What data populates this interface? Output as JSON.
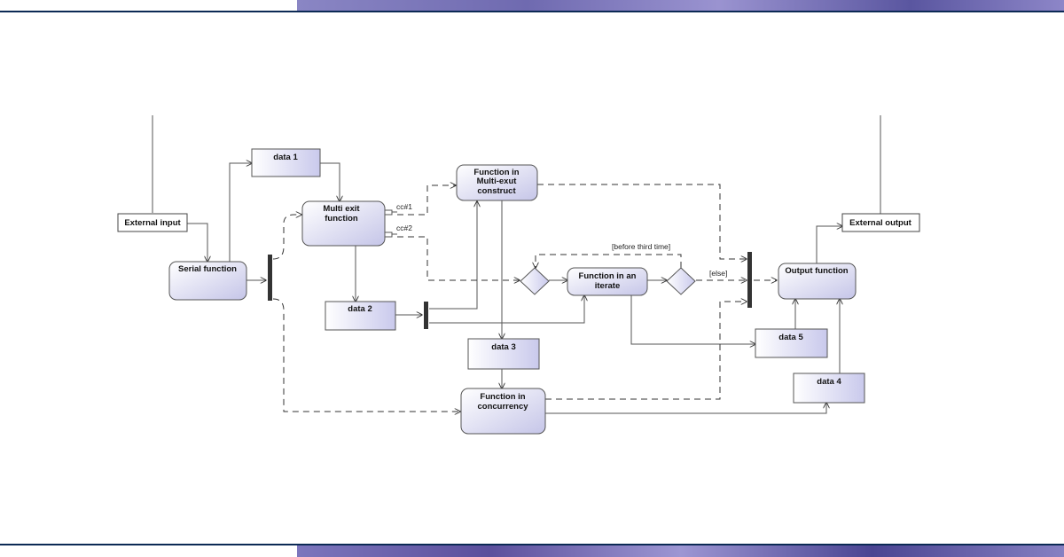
{
  "diagram": {
    "external_input": "External input",
    "external_output": "External output",
    "serial_function": "Serial function",
    "multi_exit_function": [
      "Multi exit",
      "function"
    ],
    "function_multi_exit_construct": [
      "Function in",
      "Multi-exut",
      "construct"
    ],
    "function_iterate": [
      "Function in an",
      "iterate"
    ],
    "function_concurrency": [
      "Function in",
      "concurrency"
    ],
    "output_function": "Output function",
    "data_1": "data 1",
    "data_2": "data 2",
    "data_3": "data 3",
    "data_4": "data 4",
    "data_5": "data 5",
    "cc1": "cc#1",
    "cc2": "cc#2",
    "guard_before_third_time": "[before third time]",
    "guard_else": "[else]"
  },
  "colors": {
    "node_fill_start": "#ffffff",
    "node_fill_end": "#c9c9ea",
    "bar": "#333333"
  }
}
